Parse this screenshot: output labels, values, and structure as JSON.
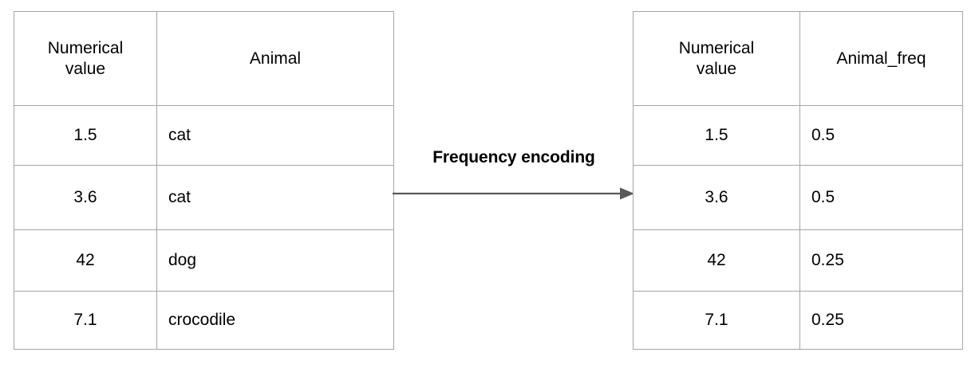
{
  "figure": {
    "type": "diagram",
    "title": "Frequency encoding",
    "background_color": "#ffffff",
    "text_color": "#000000",
    "border_color": "#a5a5a5",
    "arrow_color": "#595959"
  },
  "source_table": {
    "name": "source-table",
    "headers": [
      "Numerical value",
      "Animal"
    ],
    "header_lines": [
      [
        "Numerical",
        "value"
      ],
      [
        "Animal"
      ]
    ],
    "rows": [
      {
        "value": "1.5",
        "animal": "cat"
      },
      {
        "value": "3.6",
        "animal": "cat"
      },
      {
        "value": "42",
        "animal": "dog"
      },
      {
        "value": "7.1",
        "animal": "crocodile"
      }
    ]
  },
  "transform": {
    "label": "Frequency encoding",
    "arrow": "right-arrow"
  },
  "encoded_table": {
    "name": "encoded-table",
    "headers": [
      "Numerical value",
      "Animal_freq"
    ],
    "header_lines": [
      [
        "Numerical",
        "value"
      ],
      [
        "Animal_freq"
      ]
    ],
    "rows": [
      {
        "value": "1.5",
        "animal_freq": "0.5"
      },
      {
        "value": "3.6",
        "animal_freq": "0.5"
      },
      {
        "value": "42",
        "animal_freq": "0.25"
      },
      {
        "value": "7.1",
        "animal_freq": "0.25"
      }
    ]
  }
}
